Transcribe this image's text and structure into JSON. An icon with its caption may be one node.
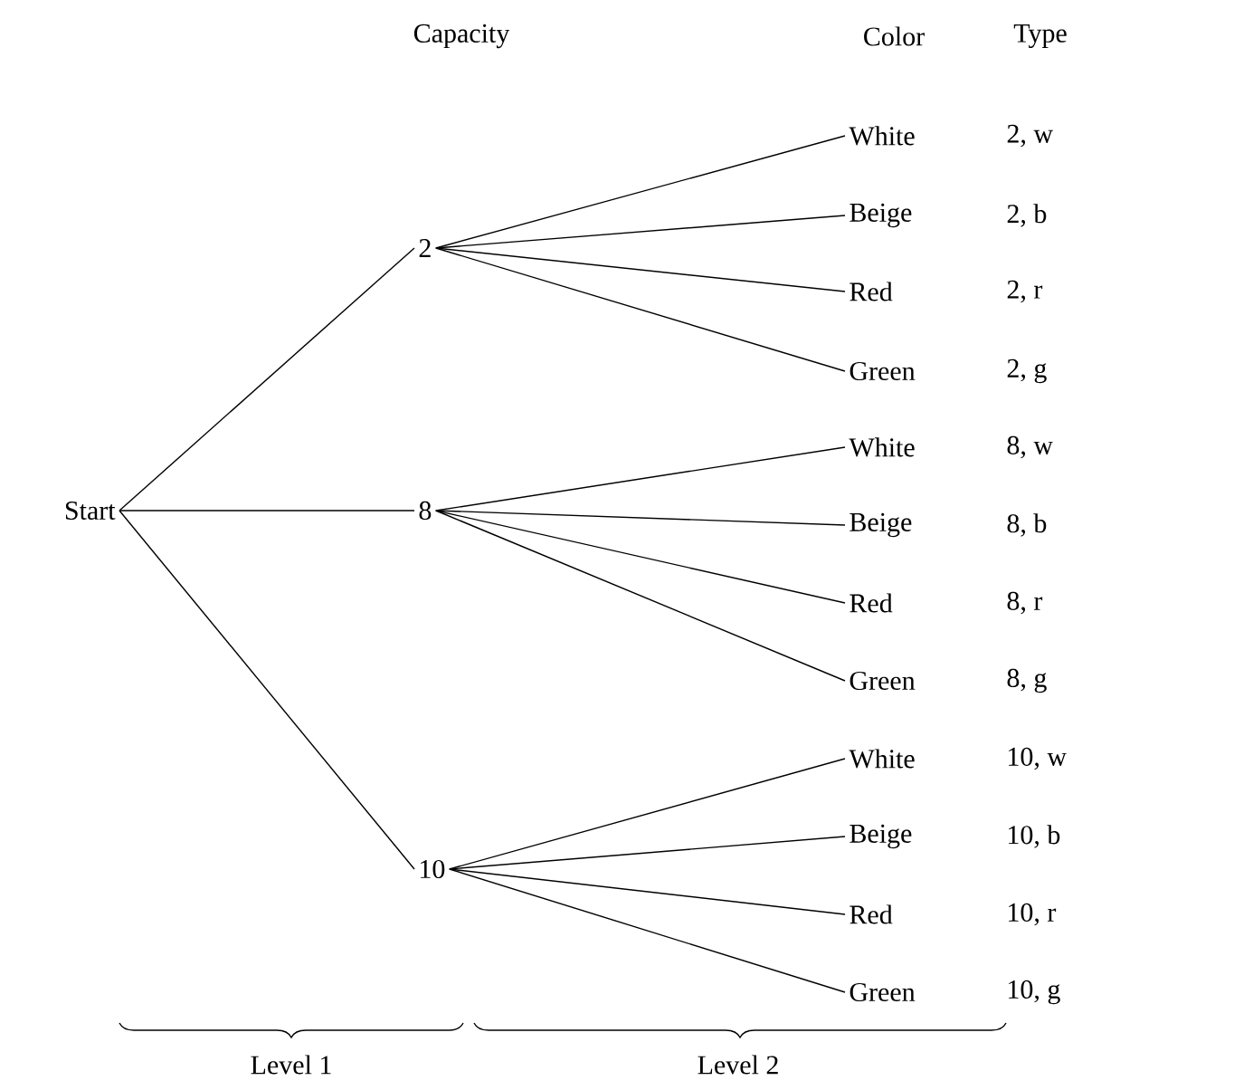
{
  "diagram": {
    "nodes": [
      {
        "text": [
          "Start"
        ]
      },
      {
        "text": [
          "2"
        ]
      },
      {
        "text": [
          "8"
        ]
      },
      {
        "text": [
          "10"
        ]
      },
      {
        "text": [
          "White"
        ]
      },
      {
        "text": [
          "Beige"
        ]
      },
      {
        "text": [
          "Red"
        ]
      },
      {
        "text": [
          "Green"
        ]
      },
      {
        "text": [
          "White"
        ]
      },
      {
        "text": [
          "Beige"
        ]
      },
      {
        "text": [
          "Red"
        ]
      },
      {
        "text": [
          "Green"
        ]
      },
      {
        "text": [
          "White"
        ]
      },
      {
        "text": [
          "Beige"
        ]
      },
      {
        "text": [
          "Red"
        ]
      },
      {
        "text": [
          "Green"
        ]
      }
    ],
    "edges": [
      {
        "from": 0,
        "to": 1,
        "arrow": "none"
      },
      {
        "from": 0,
        "to": 2,
        "arrow": "none"
      },
      {
        "from": 0,
        "to": 3,
        "arrow": "none"
      },
      {
        "from": 1,
        "to": 4,
        "arrow": "none"
      },
      {
        "from": 1,
        "to": 5,
        "arrow": "none"
      },
      {
        "from": 1,
        "to": 6,
        "arrow": "none"
      },
      {
        "from": 1,
        "to": 7,
        "arrow": "none"
      },
      {
        "from": 2,
        "to": 8,
        "arrow": "none"
      },
      {
        "from": 2,
        "to": 9,
        "arrow": "none"
      },
      {
        "from": 2,
        "to": 10,
        "arrow": "none"
      },
      {
        "from": 2,
        "to": 11,
        "arrow": "none"
      },
      {
        "from": 3,
        "to": 12,
        "arrow": "none"
      },
      {
        "from": 3,
        "to": 13,
        "arrow": "none"
      },
      {
        "from": 3,
        "to": 14,
        "arrow": "none"
      },
      {
        "from": 3,
        "to": 15,
        "arrow": "none"
      }
    ],
    "labels": [
      "Capacity",
      "Color",
      "Type",
      "2, w",
      "2, b",
      "2, r",
      "2, g",
      "8, w",
      "8, b",
      "8, r",
      "8, g",
      "10, w",
      "10, b",
      "10, r",
      "10, g",
      "Level 1",
      "Level 2"
    ]
  }
}
